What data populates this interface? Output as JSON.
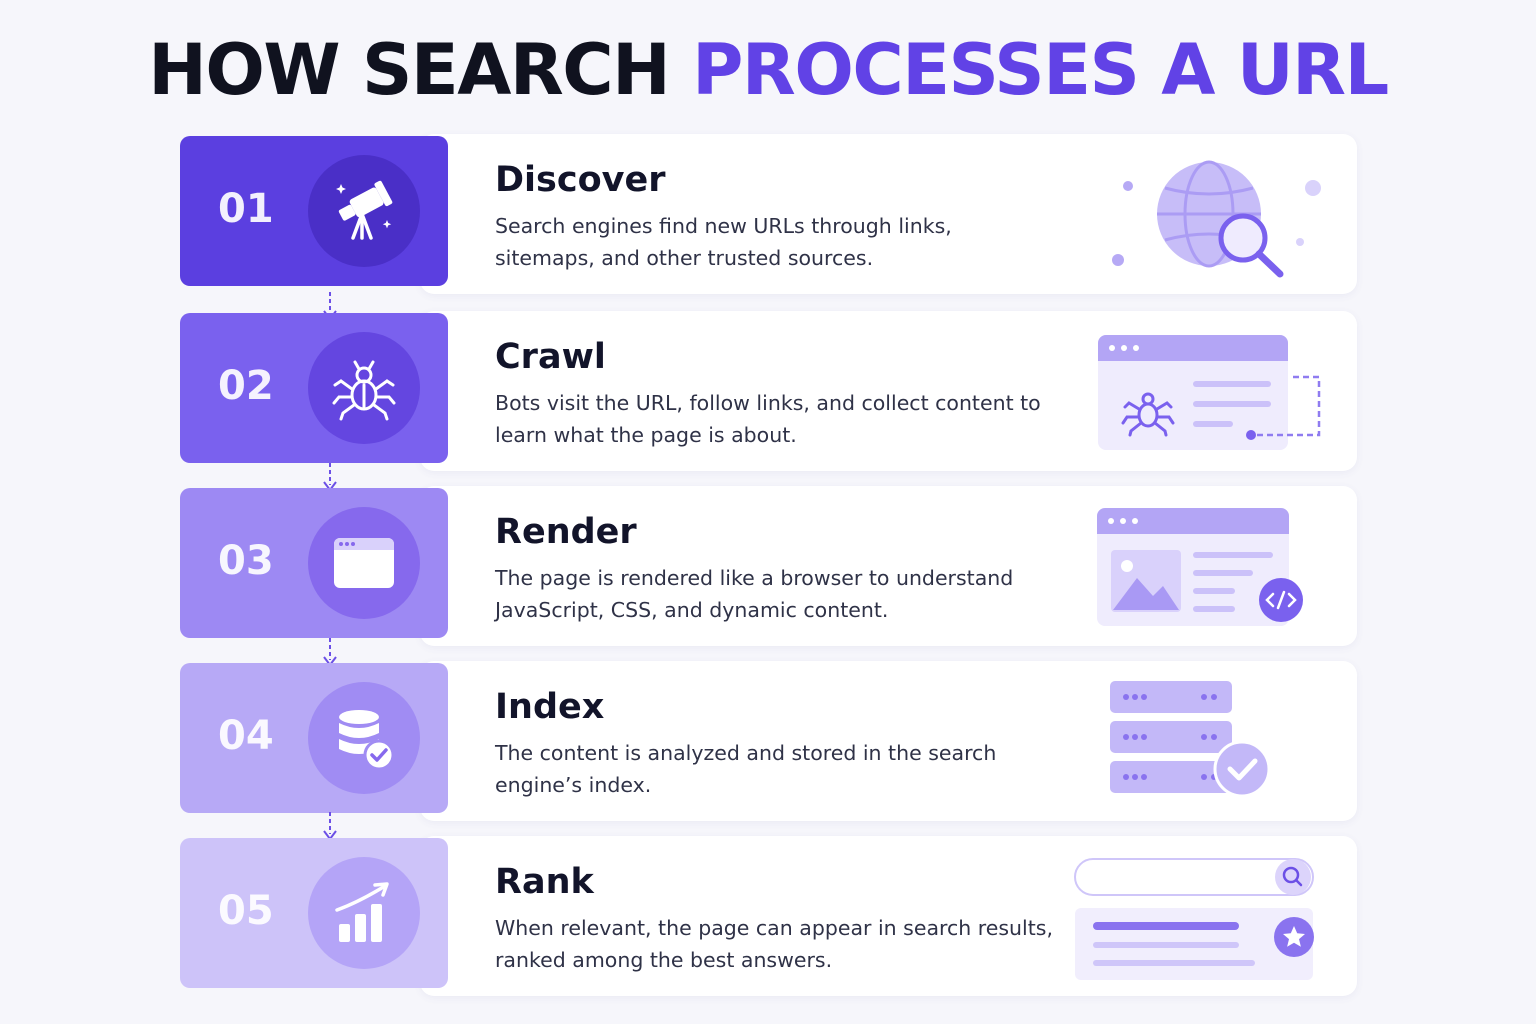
{
  "title": {
    "part1": "HOW SEARCH ",
    "part2": "PROCESSES A URL"
  },
  "colors": {
    "accent": "#6142e6",
    "badge_01": "#5b3fe0",
    "badge_02": "#7a61ee",
    "badge_03": "#9d89f3",
    "badge_04": "#b7a9f6",
    "badge_05": "#cdc3f9",
    "illustration": "#8f7cf0"
  },
  "steps": [
    {
      "number": "01",
      "title": "Discover",
      "description": "Search engines find new URLs through links, sitemaps, and other trusted sources.",
      "icon": "telescope-icon",
      "illustration": "globe-search-illustration"
    },
    {
      "number": "02",
      "title": "Crawl",
      "description": "Bots visit the URL, follow links, and collect content to learn what the page is about.",
      "icon": "spider-icon",
      "illustration": "browser-spider-illustration"
    },
    {
      "number": "03",
      "title": "Render",
      "description": "The page is rendered like a browser to understand JavaScript, CSS, and dynamic content.",
      "icon": "browser-window-icon",
      "illustration": "browser-code-illustration"
    },
    {
      "number": "04",
      "title": "Index",
      "description": "The content is analyzed and stored in the search engine’s index.",
      "icon": "database-check-icon",
      "illustration": "server-stack-check-illustration"
    },
    {
      "number": "05",
      "title": "Rank",
      "description": "When relevant, the page can appear in search results, ranked among the best answers.",
      "icon": "growth-chart-icon",
      "illustration": "search-results-star-illustration"
    }
  ]
}
